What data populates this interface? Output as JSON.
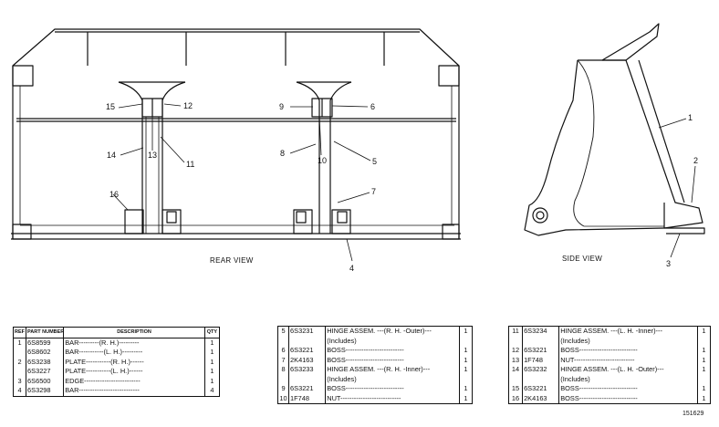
{
  "views": {
    "rear_label": "REAR VIEW",
    "side_label": "SIDE VIEW"
  },
  "rear_callouts": [
    "15",
    "12",
    "13",
    "14",
    "11",
    "16",
    "9",
    "6",
    "10",
    "8",
    "5",
    "7",
    "4"
  ],
  "side_callouts": [
    "1",
    "2",
    "3"
  ],
  "table1": {
    "headers": {
      "ref": "REF NO.",
      "part": "PART NUMBER",
      "desc": "DESCRIPTION",
      "qty": "QTY"
    },
    "rows": [
      {
        "ref": "1",
        "part": "6S8599",
        "desc": "BAR---------(R. H.)---------",
        "qty": "1"
      },
      {
        "ref": "",
        "part": "6S8602",
        "desc": "BAR-----------(L. H.)---------",
        "qty": "1"
      },
      {
        "ref": "2",
        "part": "6S3238",
        "desc": "PLATE-----------(R. H.)------",
        "qty": "1"
      },
      {
        "ref": "",
        "part": "6S3227",
        "desc": "PLATE-----------(L. H.)------",
        "qty": "1"
      },
      {
        "ref": "3",
        "part": "6S6500",
        "desc": "EDGE-------------------------",
        "qty": "1"
      },
      {
        "ref": "4",
        "part": "6S3298",
        "desc": "BAR---------------------------",
        "qty": "4"
      }
    ]
  },
  "table2": {
    "rows": [
      {
        "ref": "5",
        "part": "6S3231",
        "desc": "HINGE ASSEM. ---(R. H. -Outer)---",
        "qty": "1"
      },
      {
        "ref": "",
        "part": "",
        "desc": "(Includes)",
        "qty": "",
        "sub": true
      },
      {
        "ref": "6",
        "part": "6S3221",
        "desc": "BOSS--------------------------",
        "qty": "1"
      },
      {
        "ref": "7",
        "part": "2K4163",
        "desc": "BOSS--------------------------",
        "qty": "1"
      },
      {
        "ref": "8",
        "part": "6S3233",
        "desc": "HINGE ASSEM. ---(R. H. -Inner)---",
        "qty": "1"
      },
      {
        "ref": "",
        "part": "",
        "desc": "(Includes)",
        "qty": "",
        "sub": true
      },
      {
        "ref": "9",
        "part": "6S3221",
        "desc": "BOSS--------------------------",
        "qty": "1"
      },
      {
        "ref": "10",
        "part": "1F748",
        "desc": "NUT---------------------------",
        "qty": "1"
      }
    ]
  },
  "table3": {
    "rows": [
      {
        "ref": "11",
        "part": "6S3234",
        "desc": "HINGE ASSEM. ---(L. H. -Inner)---",
        "qty": "1"
      },
      {
        "ref": "",
        "part": "",
        "desc": "(Includes)",
        "qty": "",
        "sub": true
      },
      {
        "ref": "12",
        "part": "6S3221",
        "desc": "BOSS--------------------------",
        "qty": "1"
      },
      {
        "ref": "13",
        "part": "1F748",
        "desc": "NUT---------------------------",
        "qty": "1"
      },
      {
        "ref": "14",
        "part": "6S3232",
        "desc": "HINGE ASSEM. ---(L. H. -Outer)---",
        "qty": "1"
      },
      {
        "ref": "",
        "part": "",
        "desc": "(Includes)",
        "qty": "",
        "sub": true
      },
      {
        "ref": "15",
        "part": "6S3221",
        "desc": "BOSS--------------------------",
        "qty": "1"
      },
      {
        "ref": "16",
        "part": "2K4163",
        "desc": "BOSS--------------------------",
        "qty": "1"
      }
    ]
  },
  "figure_number": "151629"
}
